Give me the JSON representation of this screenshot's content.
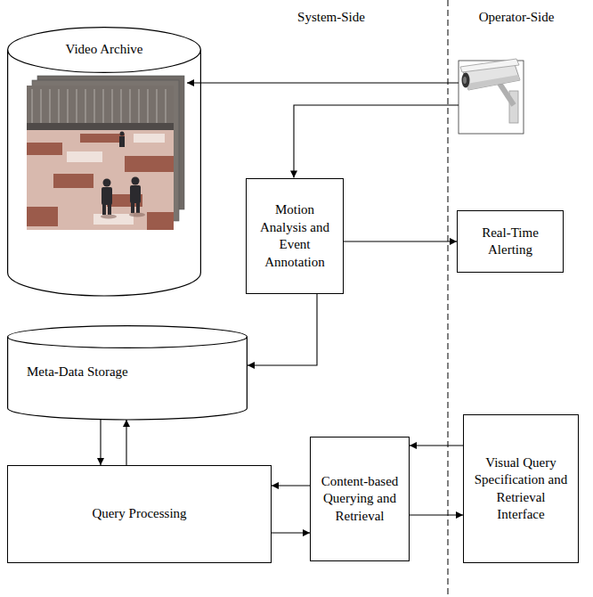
{
  "diagram": {
    "nodes": [
      {
        "text": [
          "Video Archive"
        ]
      },
      {
        "text": [
          "Motion Analysis and Event Annotation"
        ]
      },
      {
        "text": [
          "Real-Time Alerting"
        ]
      },
      {
        "text": [
          "Meta-Data Storage"
        ]
      },
      {
        "text": [
          "Query Processing"
        ]
      },
      {
        "text": [
          "Content-based Querying and Retrieval"
        ]
      },
      {
        "text": [
          "Visual Query Specification and Retrieval Interface"
        ]
      }
    ],
    "edges": [
      {
        "from": 1,
        "to": 2,
        "arrow": "to"
      },
      {
        "from": 1,
        "to": 3,
        "arrow": "to"
      },
      {
        "from": 3,
        "to": 4,
        "arrow": "to"
      },
      {
        "from": 4,
        "to": 3,
        "arrow": "to"
      },
      {
        "from": 5,
        "to": 4,
        "arrow": "to"
      },
      {
        "from": 4,
        "to": 5,
        "arrow": "to"
      },
      {
        "from": 6,
        "to": 5,
        "arrow": "to"
      },
      {
        "from": 5,
        "to": 6,
        "arrow": "to"
      }
    ],
    "labels": [
      "System-Side",
      "Operator-Side"
    ]
  }
}
